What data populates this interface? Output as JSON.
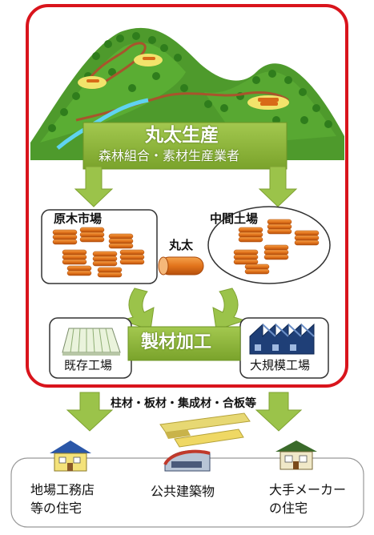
{
  "production": {
    "title": "丸太生産",
    "subtitle": "森林組合・素材生産業者"
  },
  "log_market": {
    "label": "原木市場"
  },
  "intermediate_yard": {
    "label": "中間土場"
  },
  "log": {
    "label": "丸太"
  },
  "sawmill": {
    "label": "製材加工"
  },
  "existing_factory": {
    "label": "既存工場"
  },
  "large_factory": {
    "label": "大規模工場"
  },
  "products": {
    "label": "柱材・板材・集成材・合板等"
  },
  "destinations": {
    "local_builder": {
      "line1": "地場工務店",
      "line2": "等の住宅"
    },
    "public_building": {
      "label": "公共建築物"
    },
    "major_maker": {
      "line1": "大手メーカー",
      "line2": "の住宅"
    }
  },
  "colors": {
    "frame_red": "#d9141c",
    "production_green": "#8fb73a",
    "arrow_green": "#9bc34a",
    "mountain_green": "#4e9a2c",
    "log_orange": "#e2741c"
  }
}
